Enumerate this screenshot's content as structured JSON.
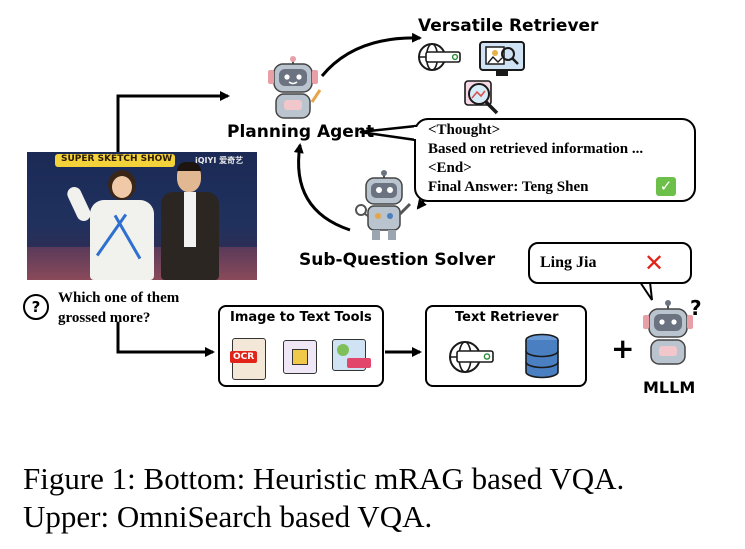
{
  "figure": {
    "photo": {
      "banner": "SUPER SKETCH SHOW",
      "channel_logo": "iQIYI 爱奇艺"
    },
    "labels": {
      "versatile_retriever": "Versatile Retriever",
      "planning_agent": "Planning Agent",
      "sub_question_solver": "Sub-Question Solver",
      "image_to_text_tools": "Image to Text Tools",
      "text_retriever": "Text Retriever",
      "mllm": "MLLM",
      "ocr_tag": "OCR",
      "question_mark_icon": "?",
      "plus": "+",
      "mllm_question": "?"
    },
    "question": {
      "line1": "Which one of them",
      "line2": "grossed more?"
    },
    "thought_bubble": {
      "line1": "<Thought>",
      "line2": "Based on retrieved  information ...",
      "line3": "<End>",
      "line4": "Final Answer: Teng Shen",
      "check": "✓"
    },
    "wrong_bubble": {
      "answer": "Ling Jia",
      "cross": "✕"
    }
  },
  "caption": {
    "line1": "Figure 1: Bottom: Heuristic mRAG based VQA.",
    "line2": "Upper: OmniSearch based VQA."
  },
  "colors": {
    "robot_body": "#b9c4cf",
    "robot_face": "#6b7380",
    "robot_accent": "#e8a0a6",
    "check_green": "#6cc04a",
    "cross_red": "#e2231a",
    "database_blue": "#4a7fc1"
  }
}
